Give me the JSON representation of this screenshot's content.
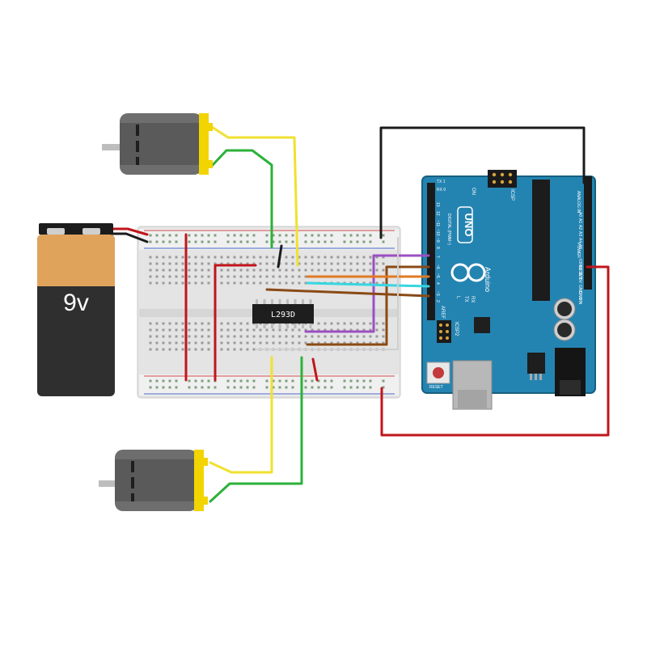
{
  "battery": {
    "voltage_label": "9v"
  },
  "driver_chip": {
    "label": "L293D"
  },
  "arduino": {
    "brand": "Arduino",
    "model": "UNO",
    "icsp_label": "ICSP",
    "icsp2_label": "ICSP2",
    "reset_label": "RESET",
    "on_label": "ON",
    "tx_label": "TX",
    "rx_label": "RX",
    "l_label": "L",
    "aref_label": "AREF",
    "gnd_label": "GND",
    "digital_header_label": "DIGITAL (PWM~)",
    "analog_header_label": "ANALOG IN",
    "power_header_label": "POWER",
    "txd_label": "TX 1",
    "rxd_label": "RX 0",
    "digital_pins": [
      "13",
      "12",
      "~11",
      "~10",
      "~9",
      "8",
      "7",
      "~6",
      "~5",
      "4",
      "~3",
      "2"
    ],
    "analog_pins": [
      "A0",
      "A1",
      "A2",
      "A3",
      "A4",
      "A5"
    ],
    "power_pins": [
      "IOREF",
      "RESET",
      "3V3",
      "5V",
      "GND",
      "GND",
      "VIN"
    ]
  },
  "colors": {
    "battery_orange": "#e0a35c",
    "battery_black": "#2f2f2f",
    "arduino_blue": "#1f7ea6",
    "wire_red": "#c0161b",
    "wire_black": "#1b1b1b",
    "wire_yellow": "#f0e130",
    "wire_green": "#2bb13a",
    "wire_purple": "#9b4fc2",
    "wire_orange": "#e07a24",
    "wire_cyan": "#37d6e2",
    "wire_brown": "#8a4a14",
    "breadboard": "#e9e9e9",
    "motor_yellow": "#f2d400"
  },
  "icons": [
    "dc-motor-icon",
    "battery-icon",
    "arduino-uno-icon",
    "l293d-chip-icon"
  ]
}
